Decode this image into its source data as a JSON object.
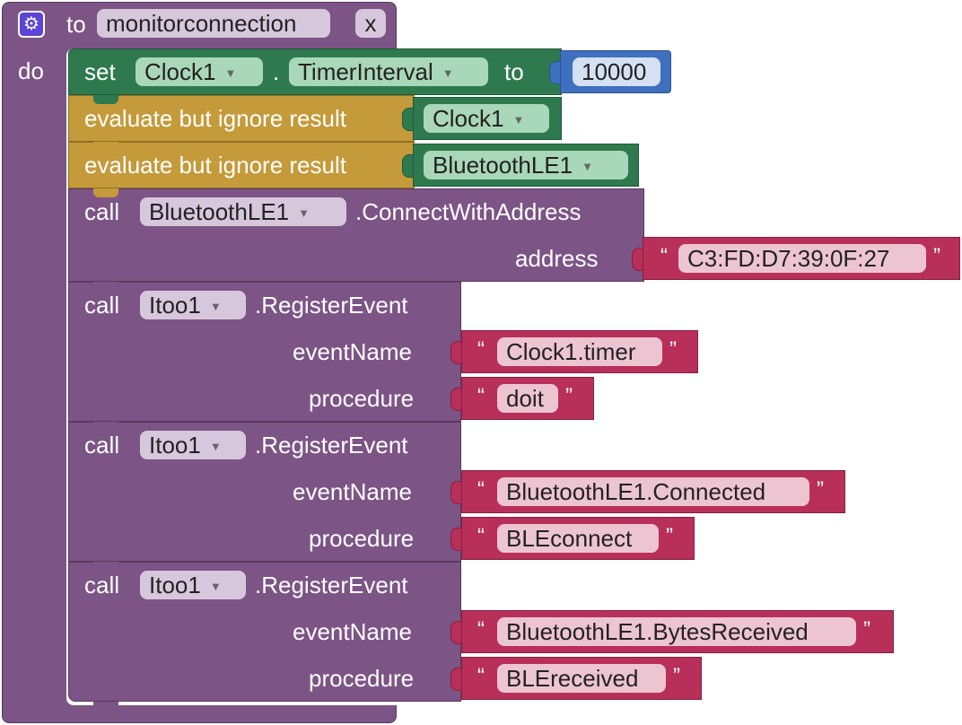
{
  "procedure": {
    "keyword_to": "to",
    "name": "monitorconnection",
    "param": "x",
    "keyword_do": "do"
  },
  "set_block": {
    "keyword": "set",
    "component": "Clock1",
    "dot": ".",
    "property": "TimerInterval",
    "keyword_to": "to",
    "value": "10000"
  },
  "evaluate_blocks": [
    {
      "label": "evaluate but ignore result",
      "component": "Clock1"
    },
    {
      "label": "evaluate but ignore result",
      "component": "BluetoothLE1"
    }
  ],
  "connect_call": {
    "keyword": "call",
    "component": "BluetoothLE1",
    "method": ".ConnectWithAddress",
    "arg_label": "address",
    "arg_value": "C3:FD:D7:39:0F:27"
  },
  "register_calls": [
    {
      "keyword": "call",
      "component": "Itoo1",
      "method": ".RegisterEvent",
      "event_label": "eventName",
      "event_value": "Clock1.timer",
      "proc_label": "procedure",
      "proc_value": "doit"
    },
    {
      "keyword": "call",
      "component": "Itoo1",
      "method": ".RegisterEvent",
      "event_label": "eventName",
      "event_value": "BluetoothLE1.Connected",
      "proc_label": "procedure",
      "proc_value": "BLEconnect"
    },
    {
      "keyword": "call",
      "component": "Itoo1",
      "method": ".RegisterEvent",
      "event_label": "eventName",
      "event_value": "BluetoothLE1.BytesReceived",
      "proc_label": "procedure",
      "proc_value": "BLEreceived"
    }
  ],
  "glyphs": {
    "dropdown": "▼",
    "open_quote": "“",
    "close_quote": "”",
    "gear": "⚙"
  },
  "colors": {
    "procedure": "#7c5486",
    "set": "#2e7a4e",
    "evaluate": "#c49a3a",
    "number": "#3f6fbf",
    "text": "#b82f5a"
  }
}
